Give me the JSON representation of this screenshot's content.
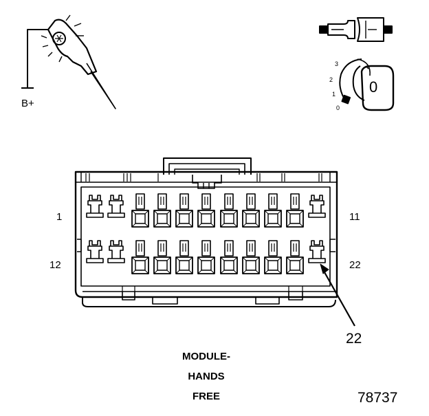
{
  "probe": {
    "supply_label": "B+"
  },
  "ignition": {
    "positions": [
      "3",
      "2",
      "1",
      "0"
    ],
    "key_label": "0"
  },
  "connector": {
    "pin_labels": {
      "top_left": "1",
      "top_right": "11",
      "bottom_left": "12",
      "bottom_right": "22"
    },
    "callout": "22"
  },
  "caption": {
    "line1": "MODULE-",
    "line2": "HANDS",
    "line3": "FREE"
  },
  "figure_id": "78737"
}
